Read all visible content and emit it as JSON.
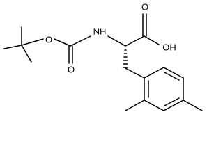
{
  "structure": {
    "atoms": {
      "nh": "NH",
      "carbonyl_o_acid": "O",
      "hydroxyl": "OH",
      "boc_ester_o": "O",
      "boc_carbonyl_o": "O"
    },
    "colors": {
      "bond": "#000000",
      "text": "#000000",
      "background": "#ffffff"
    }
  }
}
